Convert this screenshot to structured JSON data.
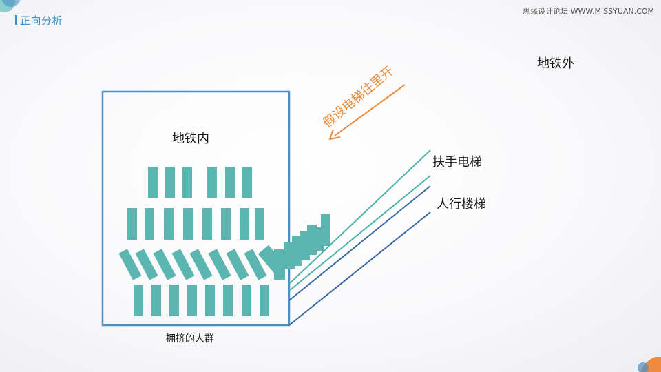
{
  "header": {
    "section_title": "正向分析"
  },
  "watermark": "思缘设计论坛 WWW.MISSYUAN.COM",
  "diagram": {
    "inside_label": "地铁内",
    "outside_label": "地铁外",
    "assumption_label": "假设电梯往里开",
    "escalator_label": "扶手电梯",
    "stairs_label": "人行楼梯",
    "crowd_label": "拥挤的人群"
  },
  "colors": {
    "accent_blue": "#3f8fbf",
    "person_teal": "#5bb5b0",
    "escalator_teal": "#4fb3ab",
    "stairs_blue": "#3a6aa6",
    "box_border": "#4a8ec4",
    "arrow_orange": "#ea8a3a"
  }
}
